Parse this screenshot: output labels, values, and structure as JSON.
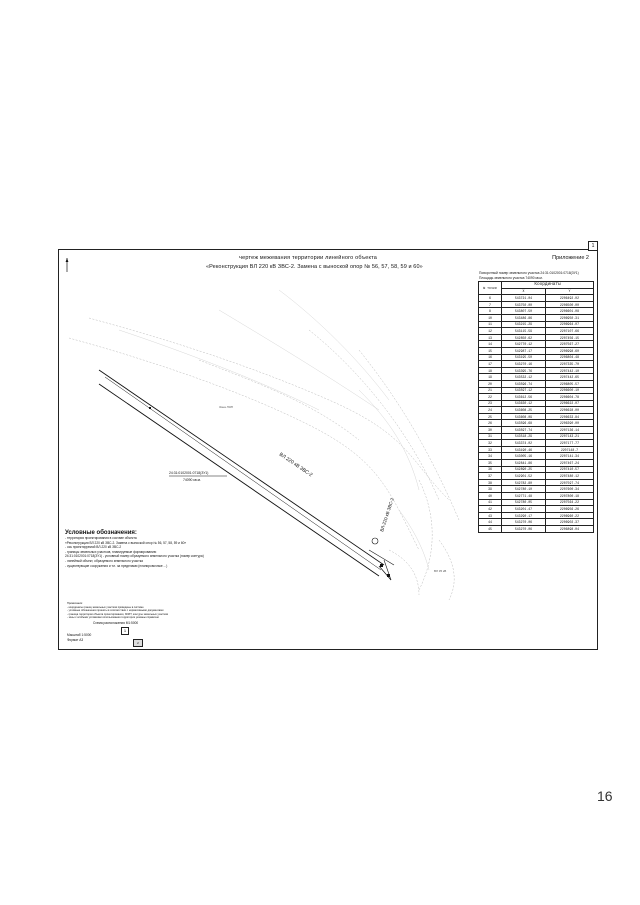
{
  "sheet": {
    "corner_number": "1",
    "title_line1": "чертеж межевания территории линейного объекта",
    "title_line2": "«Реконструкция ВЛ 220 кВ ЗВС-2. Замена с выноской опор № 56, 57, 58, 59 и 60»",
    "appendix": "Приложение 2"
  },
  "coordinates": {
    "caption_line1": "Поворотный номер земельного участка 24:31:0102001:0718(ЗУ1)",
    "caption_line2": "Площадь земельного участка 74090 кв.м.",
    "header_num": "№ точки",
    "header_coords": "Координаты",
    "header_x": "X",
    "header_y": "Y",
    "rows": [
      [
        "6",
        "543721.04",
        "2206492.02"
      ],
      [
        "7",
        "543750.00",
        "2206500.00"
      ],
      [
        "8",
        "543807.50",
        "2206601.08"
      ],
      [
        "10",
        "543486.86",
        "2206950.31"
      ],
      [
        "11",
        "543215.29",
        "2206964.07"
      ],
      [
        "12",
        "543115.59",
        "2207107.66"
      ],
      [
        "13",
        "542850.62",
        "2207456.15"
      ],
      [
        "14",
        "542770.12",
        "2207567.27"
      ],
      [
        "15",
        "542987.17",
        "2206998.60"
      ],
      [
        "16",
        "543195.50",
        "2206804.48"
      ],
      [
        "17",
        "543270.16",
        "2207335.70"
      ],
      [
        "18",
        "543395.76",
        "2207442.10"
      ],
      [
        "19",
        "543532.12",
        "2207442.65"
      ],
      [
        "20",
        "543596.74",
        "2206805.57"
      ],
      [
        "21",
        "543597.12",
        "2206600.10"
      ],
      [
        "22",
        "543612.56",
        "2206604.78"
      ],
      [
        "23",
        "543630.12",
        "2206622.07"
      ],
      [
        "24",
        "543608.25",
        "2206628.00"
      ],
      [
        "25",
        "543608.09",
        "2206633.84"
      ],
      [
        "26",
        "543596.68",
        "2206390.00"
      ],
      [
        "30",
        "543597.74",
        "2207136.14"
      ],
      [
        "31",
        "543518.29",
        "2207143.21"
      ],
      [
        "32",
        "543374.02",
        "2207177.77"
      ],
      [
        "33",
        "543190.46",
        "2207148.7"
      ],
      [
        "34",
        "543005.16",
        "2207141.34"
      ],
      [
        "35",
        "542841.86",
        "2207467.24"
      ],
      [
        "36",
        "542890.25",
        "2207410.57"
      ],
      [
        "37",
        "542901.52",
        "2207480.12"
      ],
      [
        "38",
        "542782.80",
        "2207597.74"
      ],
      [
        "39",
        "542780.10",
        "2207600.34"
      ],
      [
        "40",
        "542771.48",
        "2207800.18"
      ],
      [
        "41",
        "542780.05",
        "2207564.22"
      ],
      [
        "42",
        "543201.47",
        "2206956.26"
      ],
      [
        "43",
        "543290.17",
        "2206960.22"
      ],
      [
        "44",
        "543270.06",
        "2206902.37"
      ],
      [
        "45",
        "543270.06",
        "2206898.04"
      ]
    ]
  },
  "map_labels": {
    "label_a": "ВЛ 220 кВ ЗВС-2",
    "label_b": "ВЛ-220 кВ ЗВС-2",
    "label_c": "24:31:0102001:0718(ЗУ1)",
    "label_d": "74090 кв.м.",
    "label_e": "Зона ЛЭП",
    "label_f": "ВЛ 35 кВ"
  },
  "legend": {
    "title": "Условные обозначения:",
    "items": [
      "- территория проектирования в составе объекта",
      "«Реконструкция ВЛ 220 кВ ЗВС-2. Замена с выноской опор № 56, 57, 58, 59 и 60»",
      "- ось проектируемой ВЛ-220 кВ ЗВС-2",
      "- границы земельных участков, планируемые формированию",
      "24:31:0102001:0718(ЗУ1) - условный номер образуемого земельного участка (номер контура)",
      "- линейный объект, образуемого земельного участка",
      "- существующие сооружения и т.п. за пределами (планировочные ...)"
    ]
  },
  "notes": {
    "heading": "Примечания:",
    "lines": [
      "- координаты границ земельных участков приведены в системе",
      "- условные обозначения приняты в соответствии с нормативными документами",
      "- граница территории объекта проектирования, ЗОИТ, контуры земельных участков",
      "- зоны с особыми условиями использования территории указаны справочно"
    ]
  },
  "scale": "Схема расположения М1:5000",
  "format_block": {
    "line1": "Масштаб 1:5000",
    "line2": "Формат А3",
    "stamp1": "1",
    "stamp2": "2"
  },
  "page_number": "16"
}
